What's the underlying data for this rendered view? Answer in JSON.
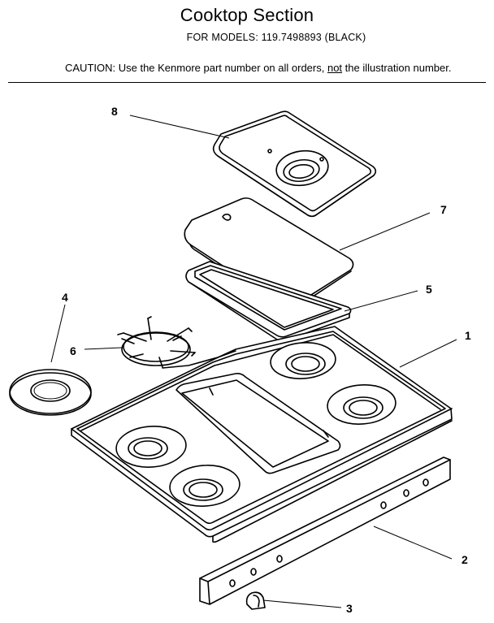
{
  "header": {
    "title": "Cooktop Section",
    "models_line": "FOR MODELS:  119.7498893 (BLACK)",
    "caution_prefix": "CAUTION:  Use the Kenmore part number on all orders, ",
    "caution_emph": "not",
    "caution_suffix": " the illustration number."
  },
  "callouts": {
    "c1": "1",
    "c2": "2",
    "c3": "3",
    "c4": "4",
    "c5": "5",
    "c6": "6",
    "c7": "7",
    "c8": "8"
  }
}
